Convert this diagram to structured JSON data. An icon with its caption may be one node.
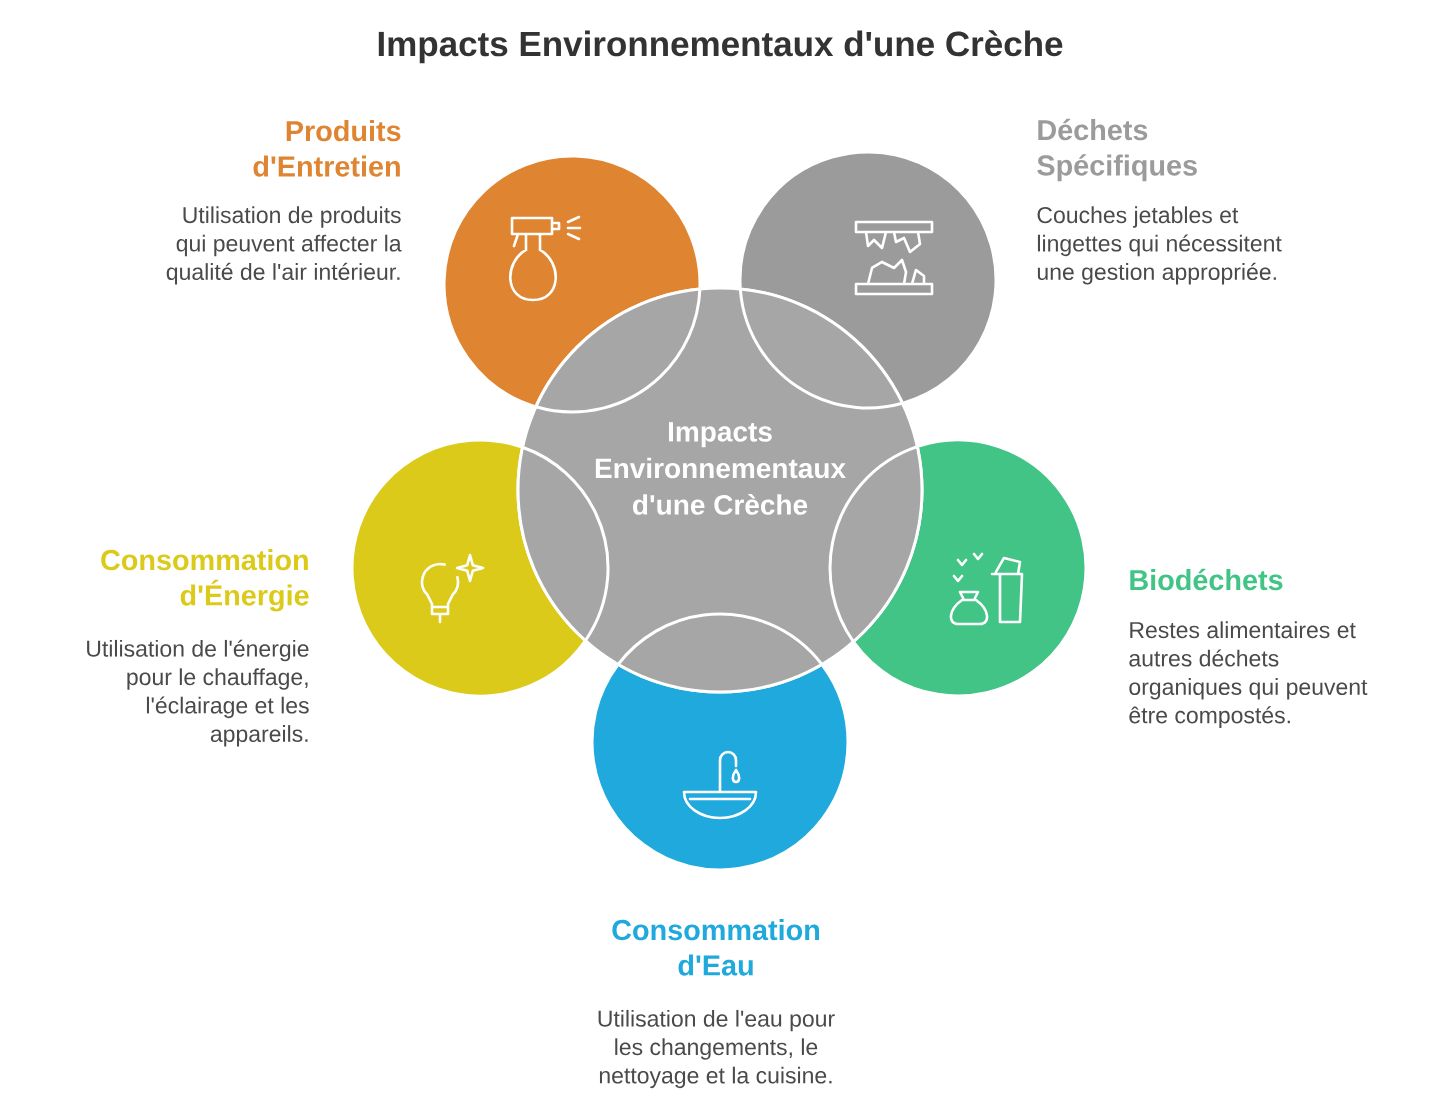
{
  "diagram": {
    "title": "Impacts Environnementaux d'une Crèche",
    "nodes": [
      {
        "text": [],
        "shape": "circle",
        "beside": [
          "Produits d'Entretien",
          "Utilisation de produits qui peuvent affecter la qualité de l'air intérieur."
        ]
      },
      {
        "text": [],
        "shape": "circle",
        "beside": [
          "Déchets Spécifiques",
          "Couches jetables et lingettes qui nécessitent une gestion appropriée."
        ]
      },
      {
        "text": [
          "Impacts Environnementaux d'une Crèche"
        ]
      },
      {
        "text": [],
        "shape": "circle",
        "beside": [
          "Consommation d'Énergie",
          "Utilisation de l'énergie pour le chauffage, l'éclairage et les appareils."
        ]
      },
      {
        "text": [],
        "shape": "circle",
        "beside": [
          "Biodéchets",
          "Restes alimentaires et autres déchets organiques qui peuvent être compostés."
        ]
      },
      {
        "text": [],
        "shape": "circle",
        "beside": [
          "Consommation d'Eau",
          "Utilisation de l'eau pour les changements, le nettoyage et la cuisine."
        ]
      }
    ]
  }
}
